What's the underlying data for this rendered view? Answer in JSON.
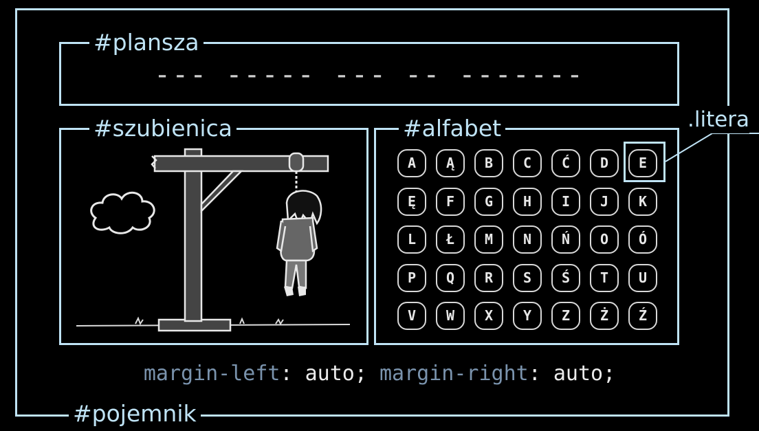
{
  "containers": {
    "pojemnik": "#pojemnik",
    "plansza": "#plansza",
    "szubienica": "#szubienica",
    "alfabet": "#alfabet"
  },
  "board": {
    "masked_phrase": "--- ----- --- -- -------"
  },
  "callout": {
    "class_label": ".litera"
  },
  "alphabet_rows": [
    [
      "A",
      "Ą",
      "B",
      "C",
      "Ć",
      "D",
      "E"
    ],
    [
      "Ę",
      "F",
      "G",
      "H",
      "I",
      "J",
      "K"
    ],
    [
      "L",
      "Ł",
      "M",
      "N",
      "Ń",
      "O",
      "Ó"
    ],
    [
      "P",
      "Q",
      "R",
      "S",
      "Ś",
      "T",
      "U"
    ],
    [
      "V",
      "W",
      "X",
      "Y",
      "Z",
      "Ż",
      "Ź"
    ]
  ],
  "css_rule": {
    "prop1": "margin-left",
    "val1": ": auto;",
    "prop2": "margin-right",
    "val2": ": auto;"
  },
  "colors": {
    "border": "#bfe3f5",
    "background": "#000000",
    "property": "#7a93ad"
  }
}
